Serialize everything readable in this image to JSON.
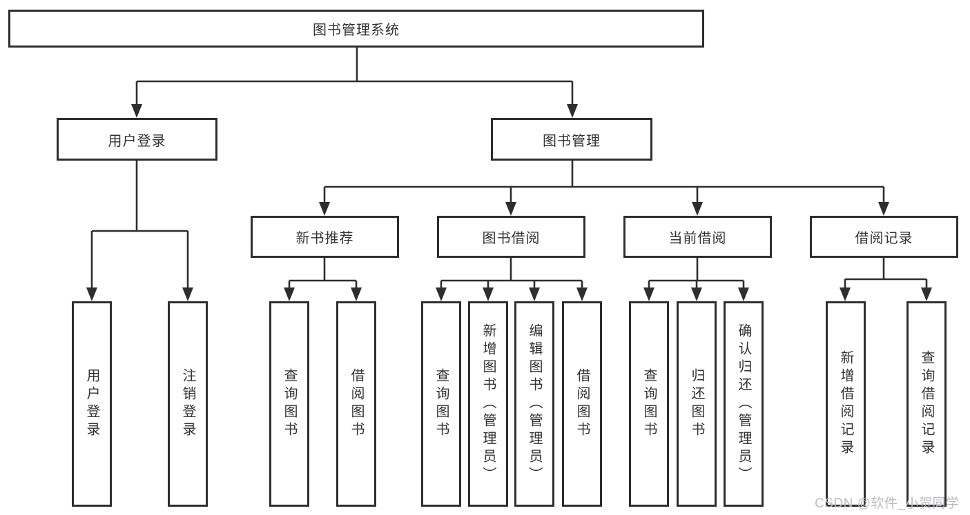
{
  "diagram": {
    "title": "图书管理系统",
    "tree": {
      "root": {
        "label": "图书管理系统"
      },
      "children": [
        {
          "label": "用户登录",
          "children": [
            {
              "label": "用户登录"
            },
            {
              "label": "注销登录"
            }
          ]
        },
        {
          "label": "图书管理",
          "children": [
            {
              "label": "新书推荐",
              "children": [
                {
                  "label": "查询图书"
                },
                {
                  "label": "借阅图书"
                }
              ]
            },
            {
              "label": "图书借阅",
              "children": [
                {
                  "label": "查询图书"
                },
                {
                  "label": "新增图书（管理员）"
                },
                {
                  "label": "编辑图书（管理员）"
                },
                {
                  "label": "借阅图书"
                }
              ]
            },
            {
              "label": "当前借阅",
              "children": [
                {
                  "label": "查询图书"
                },
                {
                  "label": "归还图书"
                },
                {
                  "label": "确认归还（管理员）"
                }
              ]
            },
            {
              "label": "借阅记录",
              "children": [
                {
                  "label": "新增借阅记录"
                },
                {
                  "label": "查询借阅记录"
                }
              ]
            }
          ]
        }
      ]
    }
  },
  "watermark": {
    "text": "CSDN @软件_小贺同学"
  },
  "colors": {
    "line": "#2e2e2e",
    "box_border": "#2e2e2e",
    "text": "#333333",
    "watermark": "#b9bdc4",
    "background": "#ffffff"
  }
}
